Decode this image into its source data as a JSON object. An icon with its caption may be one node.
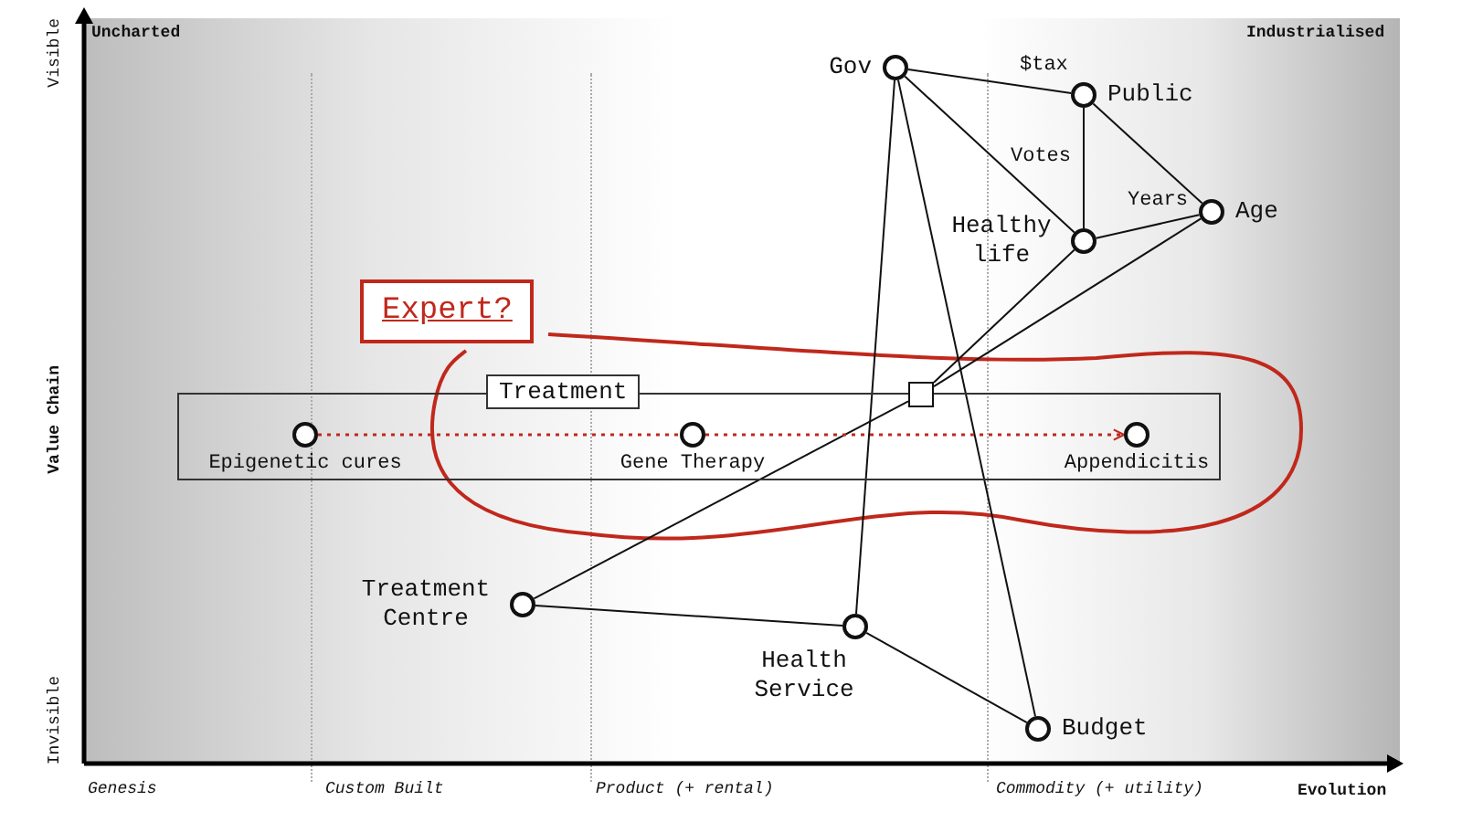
{
  "diagram": {
    "nodes": [
      {
        "text": [
          "Gov"
        ]
      },
      {
        "text": [
          "Public"
        ]
      },
      {
        "text": [
          "Age"
        ]
      },
      {
        "text": [
          "Healthy life"
        ]
      },
      {
        "text": [
          "Expert?"
        ]
      },
      {
        "text": [
          "Treatment"
        ]
      },
      {
        "text": [],
        "shape": "box"
      },
      {
        "text": [
          "Epigenetic cures"
        ],
        "in": 5
      },
      {
        "text": [
          "Gene Therapy"
        ],
        "in": 5
      },
      {
        "text": [
          "Appendicitis"
        ],
        "in": 5
      },
      {
        "text": [
          "Treatment Centre"
        ]
      },
      {
        "text": [
          "Health Service"
        ]
      },
      {
        "text": [
          "Budget"
        ]
      }
    ],
    "edges": [
      {
        "from": 0,
        "to": 1,
        "arrow": "none",
        "label": "$tax"
      },
      {
        "from": 0,
        "to": 3,
        "arrow": "none",
        "label": "Votes"
      },
      {
        "from": 0,
        "to": 11,
        "arrow": "none"
      },
      {
        "from": 0,
        "to": 12,
        "arrow": "none"
      },
      {
        "from": 1,
        "to": 3,
        "arrow": "none"
      },
      {
        "from": 1,
        "to": 2,
        "arrow": "none"
      },
      {
        "from": 3,
        "to": 2,
        "arrow": "none",
        "label": "Years"
      },
      {
        "from": 3,
        "to": 6,
        "arrow": "none"
      },
      {
        "from": 2,
        "to": 6,
        "arrow": "none"
      },
      {
        "from": 6,
        "to": 10,
        "arrow": "none"
      },
      {
        "from": 10,
        "to": 11,
        "arrow": "none"
      },
      {
        "from": 11,
        "to": 12,
        "arrow": "none"
      },
      {
        "from": 7,
        "to": 8,
        "arrow": "none",
        "style": "dashed",
        "color": "#c0281c"
      },
      {
        "from": 8,
        "to": 9,
        "arrow": "to",
        "style": "dashed",
        "color": "#c0281c"
      }
    ],
    "labels": [
      "Uncharted",
      "Industrialised",
      "Visible",
      "Value Chain",
      "Invisible",
      "Genesis",
      "Custom Built",
      "Product (+ rental)",
      "Commodity (+ utility)",
      "Evolution"
    ]
  }
}
